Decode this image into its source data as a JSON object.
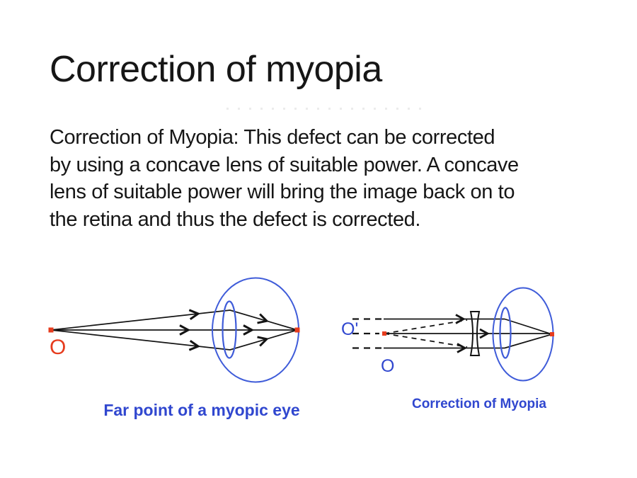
{
  "slide": {
    "title": "Correction of myopia",
    "body_lines": [
      "Correction of Myopia: This defect can be corrected",
      "by using a concave lens of suitable power. A concave",
      "lens of suitable power will bring the image back on to",
      "the retina and thus the defect is corrected."
    ]
  },
  "diagrams": {
    "left": {
      "caption": "Far point of a myopic eye",
      "object_label": "O"
    },
    "right": {
      "caption": "Correction of Myopia",
      "object_label": "O",
      "virtual_object_label": "O'"
    }
  },
  "colors": {
    "text": "#161616",
    "label_blue": "#3047cf",
    "eye_blue": "#3f5cd9",
    "ray_black": "#141414",
    "marker_red": "#e63c1e",
    "background": "#ffffff"
  }
}
